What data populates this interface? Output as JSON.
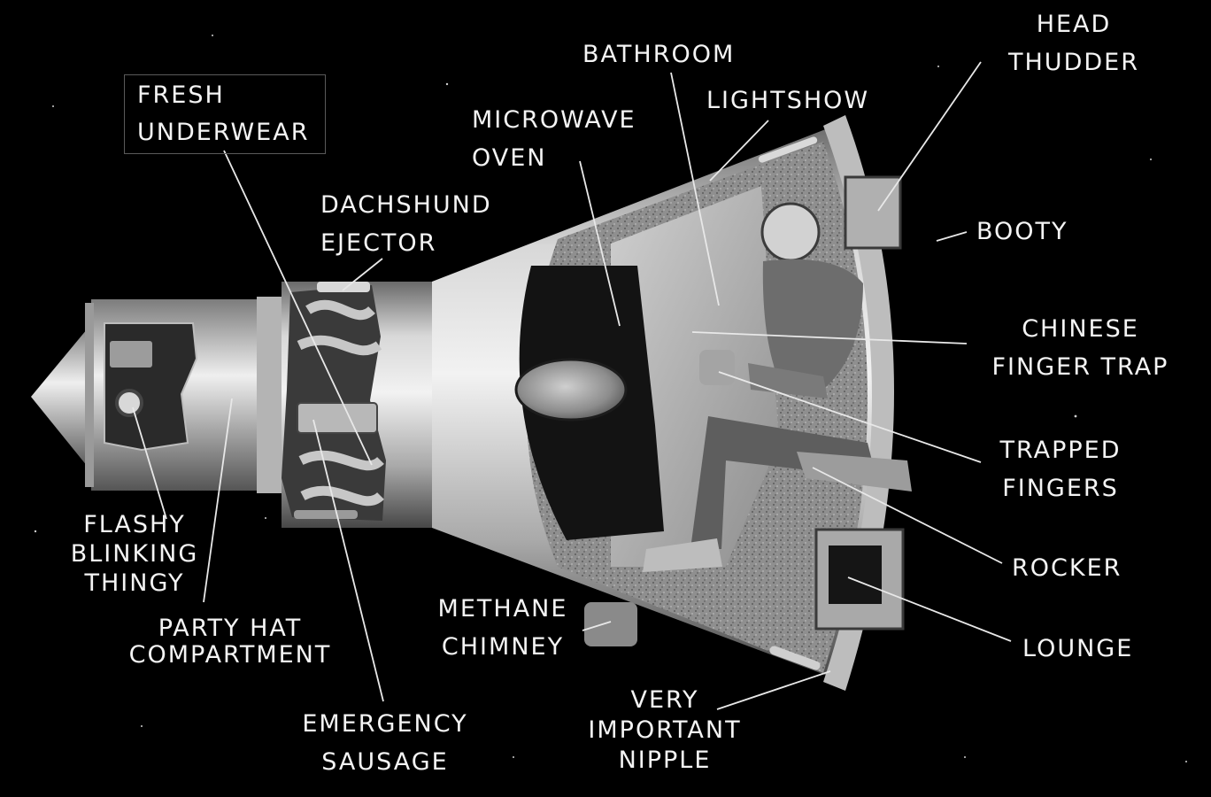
{
  "labels": [
    {
      "id": "fresh-underwear",
      "lines": [
        "FRESH",
        "UNDERWEAR"
      ]
    },
    {
      "id": "dachshund-ejector",
      "lines": [
        "DACHSHUND",
        "EJECTOR"
      ]
    },
    {
      "id": "microwave-oven",
      "lines": [
        "MICROWAVE",
        "OVEN"
      ]
    },
    {
      "id": "bathroom",
      "lines": [
        "BATHROOM"
      ]
    },
    {
      "id": "lightshow",
      "lines": [
        "LIGHTSHOW"
      ]
    },
    {
      "id": "head-thudder",
      "lines": [
        "HEAD",
        "THUDDER"
      ]
    },
    {
      "id": "booty",
      "lines": [
        "BOOTY"
      ]
    },
    {
      "id": "chinese-finger-trap",
      "lines": [
        "CHINESE",
        "FINGER TRAP"
      ]
    },
    {
      "id": "trapped-fingers",
      "lines": [
        "TRAPPED",
        "FINGERS"
      ]
    },
    {
      "id": "rocker",
      "lines": [
        "ROCKER"
      ]
    },
    {
      "id": "lounge",
      "lines": [
        "LOUNGE"
      ]
    },
    {
      "id": "flashy-blinking-thingy",
      "lines": [
        "FLASHY",
        "BLINKING",
        "THINGY"
      ]
    },
    {
      "id": "party-hat-compartment",
      "lines": [
        "PARTY HAT",
        "COMPARTMENT"
      ]
    },
    {
      "id": "methane-chimney",
      "lines": [
        "METHANE",
        "CHIMNEY"
      ]
    },
    {
      "id": "emergency-sausage",
      "lines": [
        "EMERGENCY",
        "SAUSAGE"
      ]
    },
    {
      "id": "very-important-nipple",
      "lines": [
        "VERY",
        "IMPORTANT",
        "NIPPLE"
      ]
    }
  ]
}
